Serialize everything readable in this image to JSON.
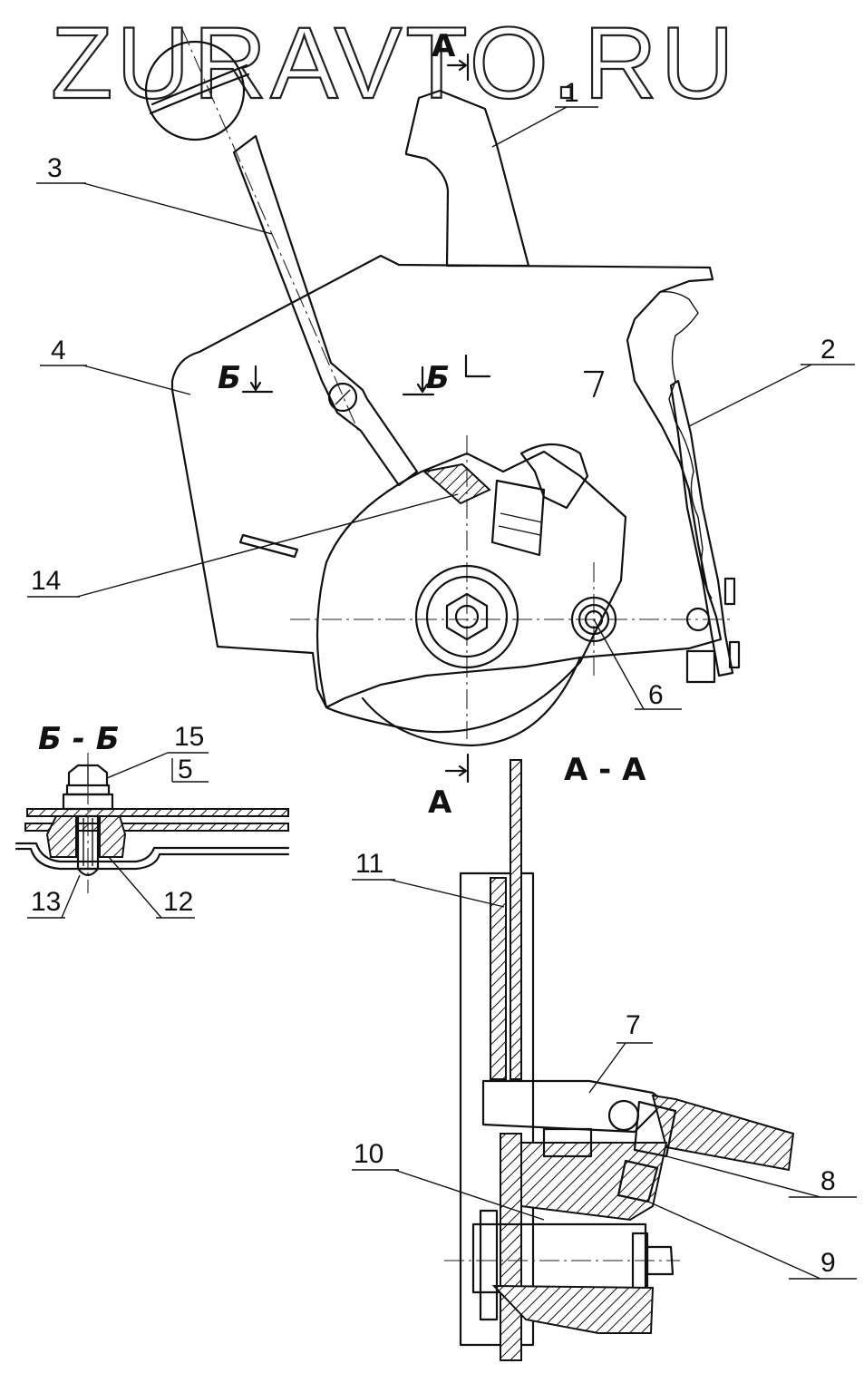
{
  "watermark": "ZURAVTO.RU",
  "section_labels": {
    "aa_title": "А - А",
    "bb_title": "Б - Б",
    "arrow_a_top": "А",
    "arrow_a_bottom": "А",
    "arrow_b_left": "Б",
    "arrow_b_right": "Б"
  },
  "callouts": {
    "c1": "1",
    "c2": "2",
    "c3": "3",
    "c4": "4",
    "c5": "5",
    "c6": "6",
    "c7": "7",
    "c8": "8",
    "c9": "9",
    "c10": "10",
    "c11": "11",
    "c12": "12",
    "c13": "13",
    "c14": "14",
    "c15": "15"
  }
}
